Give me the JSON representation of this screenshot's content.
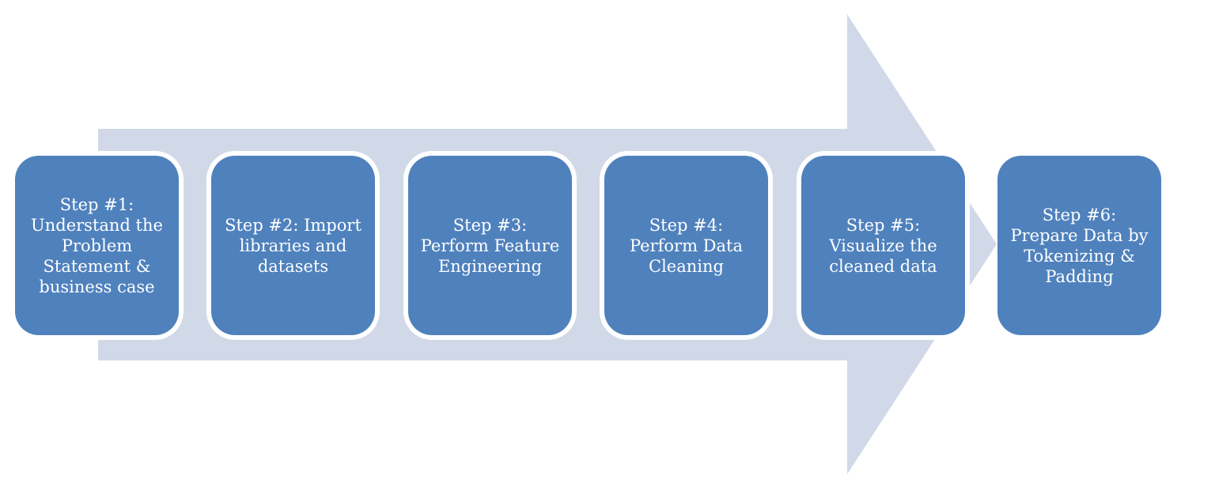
{
  "diagram": {
    "type": "process-arrow",
    "colors": {
      "arrow_fill": "#d1d9e8",
      "box_fill": "#4f81bd",
      "box_text": "#ffffff",
      "box_outline": "#ffffff"
    },
    "steps": [
      {
        "label": "Step #1:\nUnderstand the\nProblem\nStatement &\nbusiness case"
      },
      {
        "label": "Step #2: Import\nlibraries and\ndatasets"
      },
      {
        "label": "Step #3:\nPerform Feature\nEngineering"
      },
      {
        "label": "Step #4:\nPerform Data\nCleaning"
      },
      {
        "label": "Step #5:\nVisualize the\ncleaned data"
      },
      {
        "label": "Step #6:\nPrepare Data by\nTokenizing &\nPadding"
      }
    ]
  }
}
